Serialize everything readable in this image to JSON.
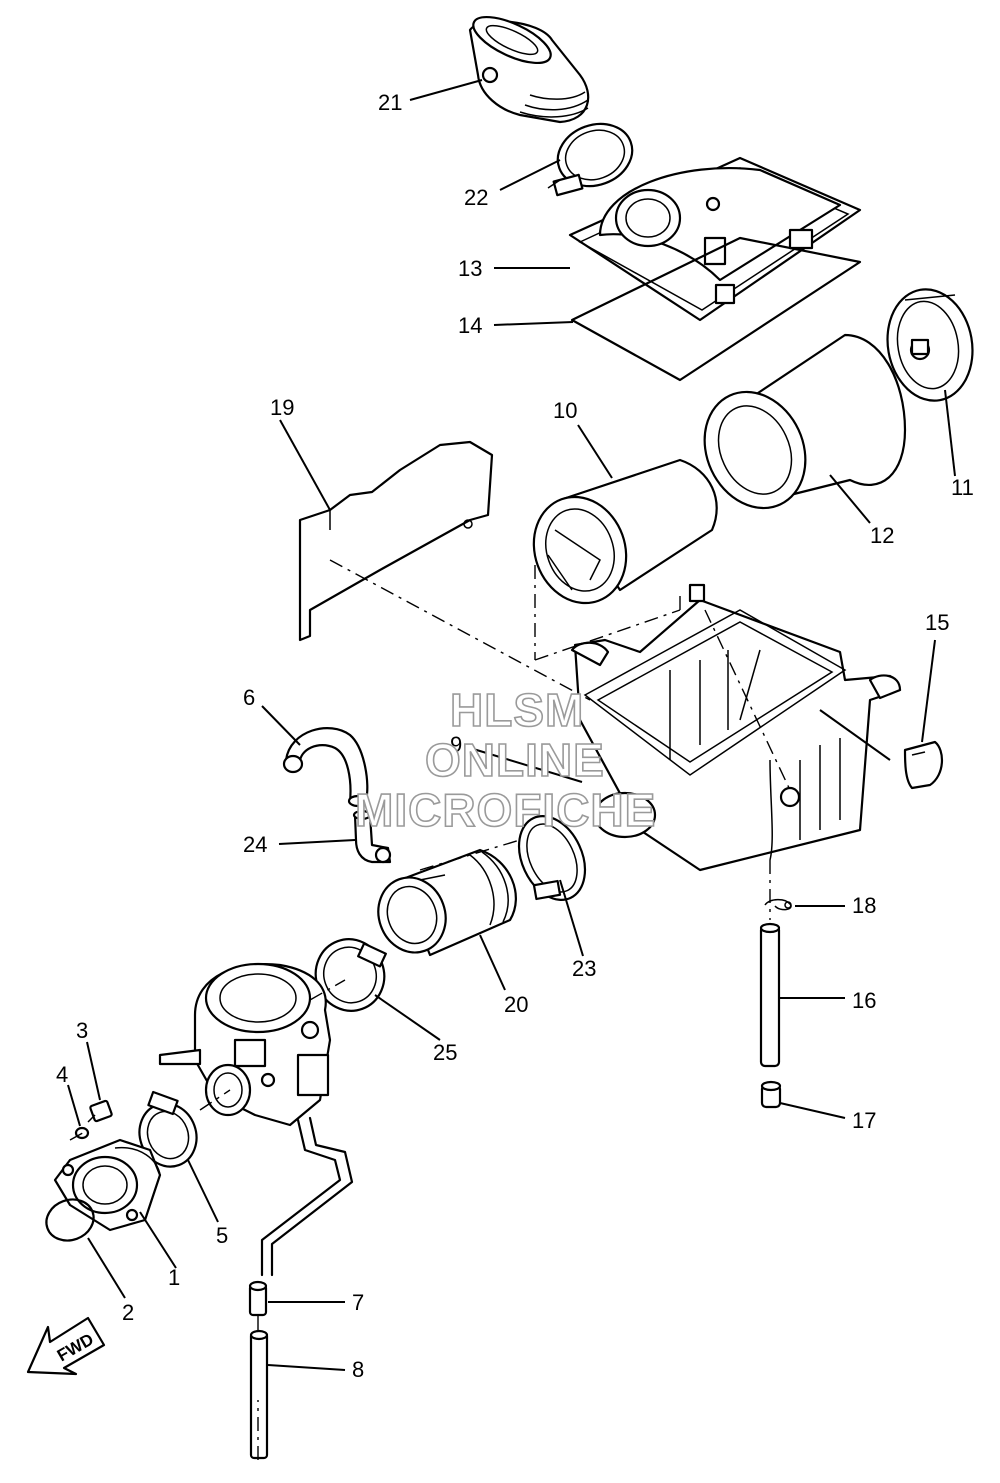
{
  "watermark": {
    "line1": "HLSM",
    "line2": "ONLINE",
    "line3": "MICROFICHE"
  },
  "fwd_label": "FWD",
  "callouts": {
    "c1": "1",
    "c2": "2",
    "c3": "3",
    "c4": "4",
    "c5": "5",
    "c6": "6",
    "c7": "7",
    "c8": "8",
    "c9": "9",
    "c10": "10",
    "c11": "11",
    "c12": "12",
    "c13": "13",
    "c14": "14",
    "c15": "15",
    "c16": "16",
    "c17": "17",
    "c18": "18",
    "c19": "19",
    "c20": "20",
    "c21": "21",
    "c22": "22",
    "c23": "23",
    "c24": "24",
    "c25": "25"
  }
}
